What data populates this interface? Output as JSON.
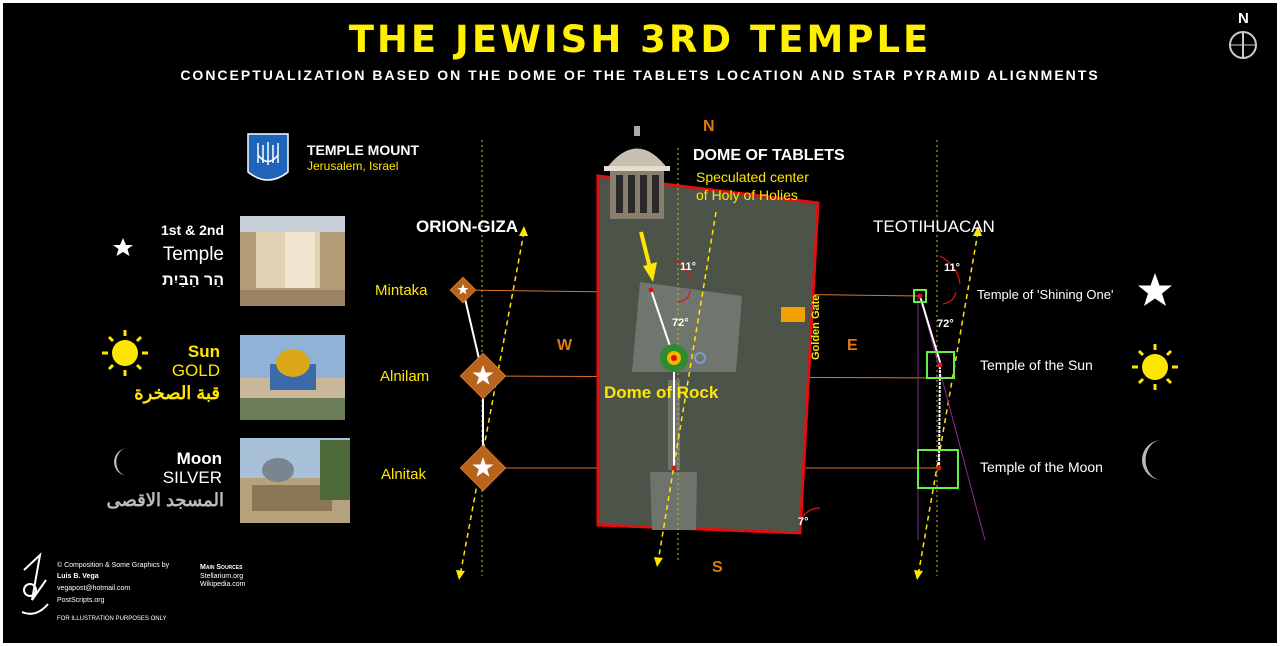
{
  "header": {
    "title": "THE JEWISH 3RD TEMPLE",
    "subtitle": "CONCEPTUALIZATION BASED ON THE DOME OF THE TABLETS LOCATION AND STAR PYRAMID ALIGNMENTS",
    "north_letter": "N"
  },
  "location": {
    "name": "TEMPLE MOUNT",
    "place": "Jerusalem, Israel"
  },
  "temples": [
    {
      "line1": "1st & 2nd",
      "line2": "Temple",
      "line3": "הַר הַבַּיִת"
    },
    {
      "line1": "Sun",
      "line2": "GOLD",
      "line3": "قبة الصخرة"
    },
    {
      "line1": "Moon",
      "line2": "SILVER",
      "line3": "المسجد الاقصى"
    }
  ],
  "orion": {
    "title": "ORION-GIZA",
    "stars": [
      "Mintaka",
      "Alnilam",
      "Alnitak"
    ]
  },
  "mount": {
    "dome_title": "DOME OF TABLETS",
    "speculated_line1": "Speculated center",
    "speculated_line2": "of Holy of Holies",
    "dome_of_rock": "Dome of Rock",
    "golden_gate": "Golden Gate",
    "north": "N",
    "south": "S",
    "west": "W",
    "east": "E",
    "angle_11": "11°",
    "angle_72": "72°",
    "angle_7": "7°"
  },
  "teotihuacan": {
    "title": "TEOTIHUACAN",
    "angle_11": "11°",
    "angle_72": "72°",
    "temples": [
      "Temple of 'Shining One'",
      "Temple of the Sun",
      "Temple of the Moon"
    ]
  },
  "credits": {
    "line1": "© Composition & Some Graphics by",
    "author": "Luis B. Vega",
    "email": "vegapost@hotmail.com",
    "site": "PostScripts.org",
    "note": "FOR ILLUSTRATION PURPOSES ONLY",
    "sources_title": "Main Sources",
    "sources": [
      "Stellarium.org",
      "Wikipedia.com"
    ]
  },
  "colors": {
    "background": "#000000",
    "title": "#ffef00",
    "accent": "#e07a10",
    "outline_red": "#e01010",
    "green": "#66ee44"
  }
}
